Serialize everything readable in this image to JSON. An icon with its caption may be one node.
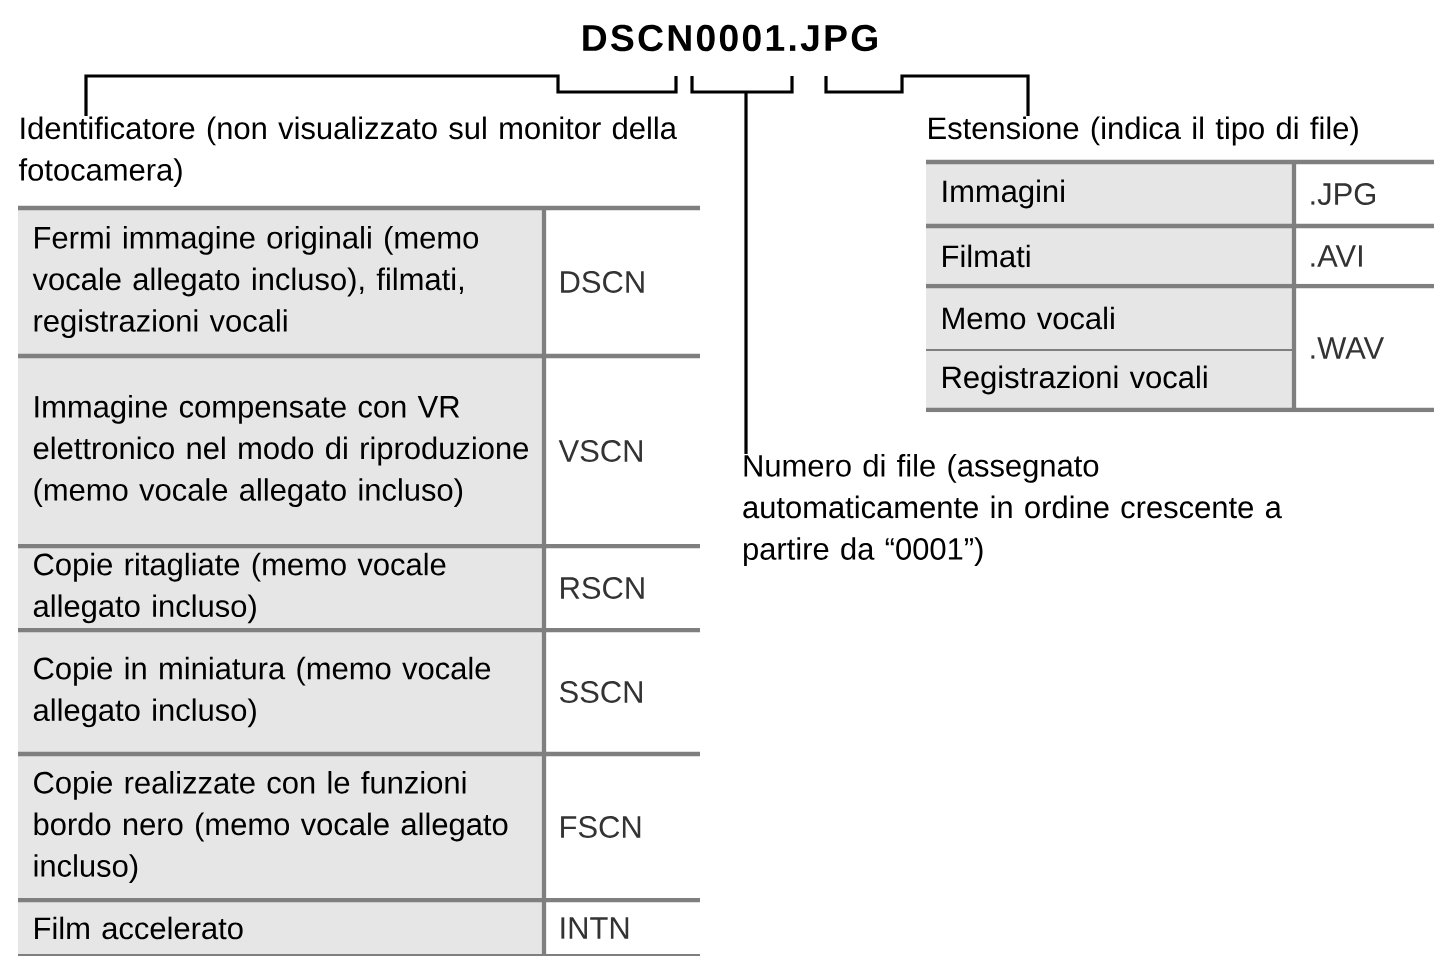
{
  "diagram": {
    "title": "DSCN0001.JPG",
    "nodes": [
      {
        "text": [
          "Identificatore (non visualizzato sul monitor della fotocamera)",
          "Fermi immagine originali (memo vocale allegato incluso), filmati, registrazioni vocali",
          "DSCN",
          "Immagine compensate con VR elettronico nel modo di riproduzione (memo vocale allegato incluso)",
          "VSCN",
          "Copie ritagliate (memo vocale allegato incluso)",
          "RSCN",
          "Copie in miniatura (memo vocale allegato incluso)",
          "SSCN",
          "Copie realizzate con le funzioni bordo nero (memo vocale allegato incluso)",
          "FSCN",
          "Film accelerato",
          "INTN"
        ]
      },
      {
        "text": [
          "Numero di file (assegnato automaticamente in ordine crescente a partire da “0001”)"
        ]
      },
      {
        "text": [
          "Estensione (indica il tipo di file)",
          "Immagini",
          ".JPG",
          "Filmati",
          ".AVI",
          "Memo vocali",
          ".WAV",
          "Registrazioni vocali"
        ]
      }
    ],
    "edges": [
      {
        "from": 0,
        "to": null,
        "arrow": "none"
      },
      {
        "from": 1,
        "to": null,
        "arrow": "none"
      },
      {
        "from": 2,
        "to": null,
        "arrow": "none"
      }
    ]
  }
}
